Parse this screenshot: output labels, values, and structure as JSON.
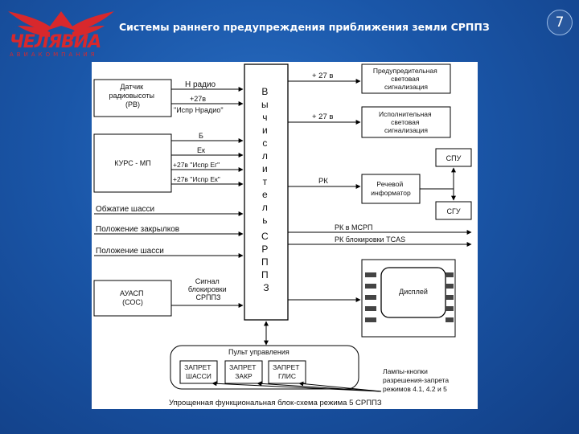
{
  "header": {
    "title": "Системы раннего предупреждения приближения земли СРППЗ",
    "page_number": "7",
    "logo_text": "ЧЕЛЯВИА",
    "logo_subtitle": "АВИАКОМПАНИЯ"
  },
  "colors": {
    "background": "#1a56a8",
    "logo_red": "#d8282c",
    "diagram_bg": "#ffffff",
    "line": "#000000"
  },
  "diagram": {
    "sensor_rv": [
      "Датчик",
      "радиовысоты",
      "(РВ)"
    ],
    "signal_hradio": "Н радио",
    "signal_27v": "+27в",
    "signal_ispr_hradio": "\"Испр Нрадио\"",
    "signal_b": "Б",
    "signal_ek": "Ек",
    "signal_ispr_eg": "+27в \"Испр Ег\"",
    "signal_ispr_ek": "+27в \"Испр Ек\"",
    "kurs_mp": "КУРС - МП",
    "chassis_compression": "Обжатие шасси",
    "flaps_position": "Положение закрылков",
    "chassis_position": "Положение шасси",
    "blocking_signal": [
      "Сигнал",
      "блокировки",
      "СРППЗ"
    ],
    "ausp": [
      "АУАСП",
      "(СОС)"
    ],
    "computer_letters": [
      "В",
      "ы",
      "ч",
      "и",
      "с",
      "л",
      "и",
      "т",
      "е",
      "л",
      "ь",
      "",
      "С",
      "Р",
      "П",
      "П",
      "З"
    ],
    "plus27_1": "+ 27 в",
    "plus27_2": "+ 27 в",
    "warning_signal": [
      "Предупредительная",
      "световая",
      "сигнализация"
    ],
    "executive_signal": [
      "Исполнительная",
      "световая",
      "сигнализация"
    ],
    "rk": "РК",
    "speech_informer": [
      "Речевой",
      "информатор"
    ],
    "spu": "СПУ",
    "sgu": "СГУ",
    "rk_msrp": "РК в МСРП",
    "rk_tcas": "РК блокировки TCAS",
    "display": "Дисплей",
    "control_panel": "Пульт управления",
    "button_chassis": [
      "ЗАПРЕТ",
      "ШАССИ"
    ],
    "button_flaps": [
      "ЗАПРЕТ",
      "ЗАКР"
    ],
    "button_glis": [
      "ЗАПРЕТ",
      "ГЛИС"
    ],
    "lamp_buttons": [
      "Лампы-кнопки",
      "разрешения-запрета",
      "режимов 4.1, 4.2 и 5"
    ],
    "caption": "Упрощенная функциональная блок-схема режима 5 СРППЗ"
  }
}
